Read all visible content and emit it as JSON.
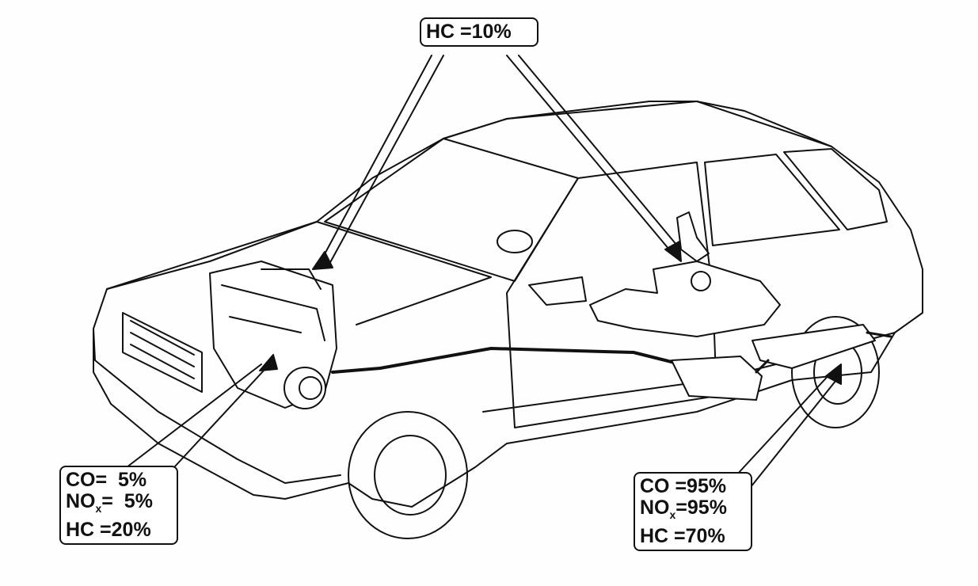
{
  "labels": {
    "fuel_tank": {
      "lines": [
        "HC =10%"
      ]
    },
    "engine": {
      "lines": [
        {
          "gas": "CO",
          "sub": "",
          "value": "=  5%"
        },
        {
          "gas": "NO",
          "sub": "x",
          "value": "=  5%"
        },
        {
          "gas": "HC",
          "sub": "",
          "value": " =20%"
        }
      ]
    },
    "exhaust": {
      "lines": [
        {
          "gas": "CO",
          "sub": "",
          "value": " =95%"
        },
        {
          "gas": "NO",
          "sub": "x",
          "value": "=95%"
        },
        {
          "gas": "HC",
          "sub": "",
          "value": " =70%"
        }
      ]
    }
  },
  "colors": {
    "ink": "#111111",
    "paper": "#fefefe"
  }
}
